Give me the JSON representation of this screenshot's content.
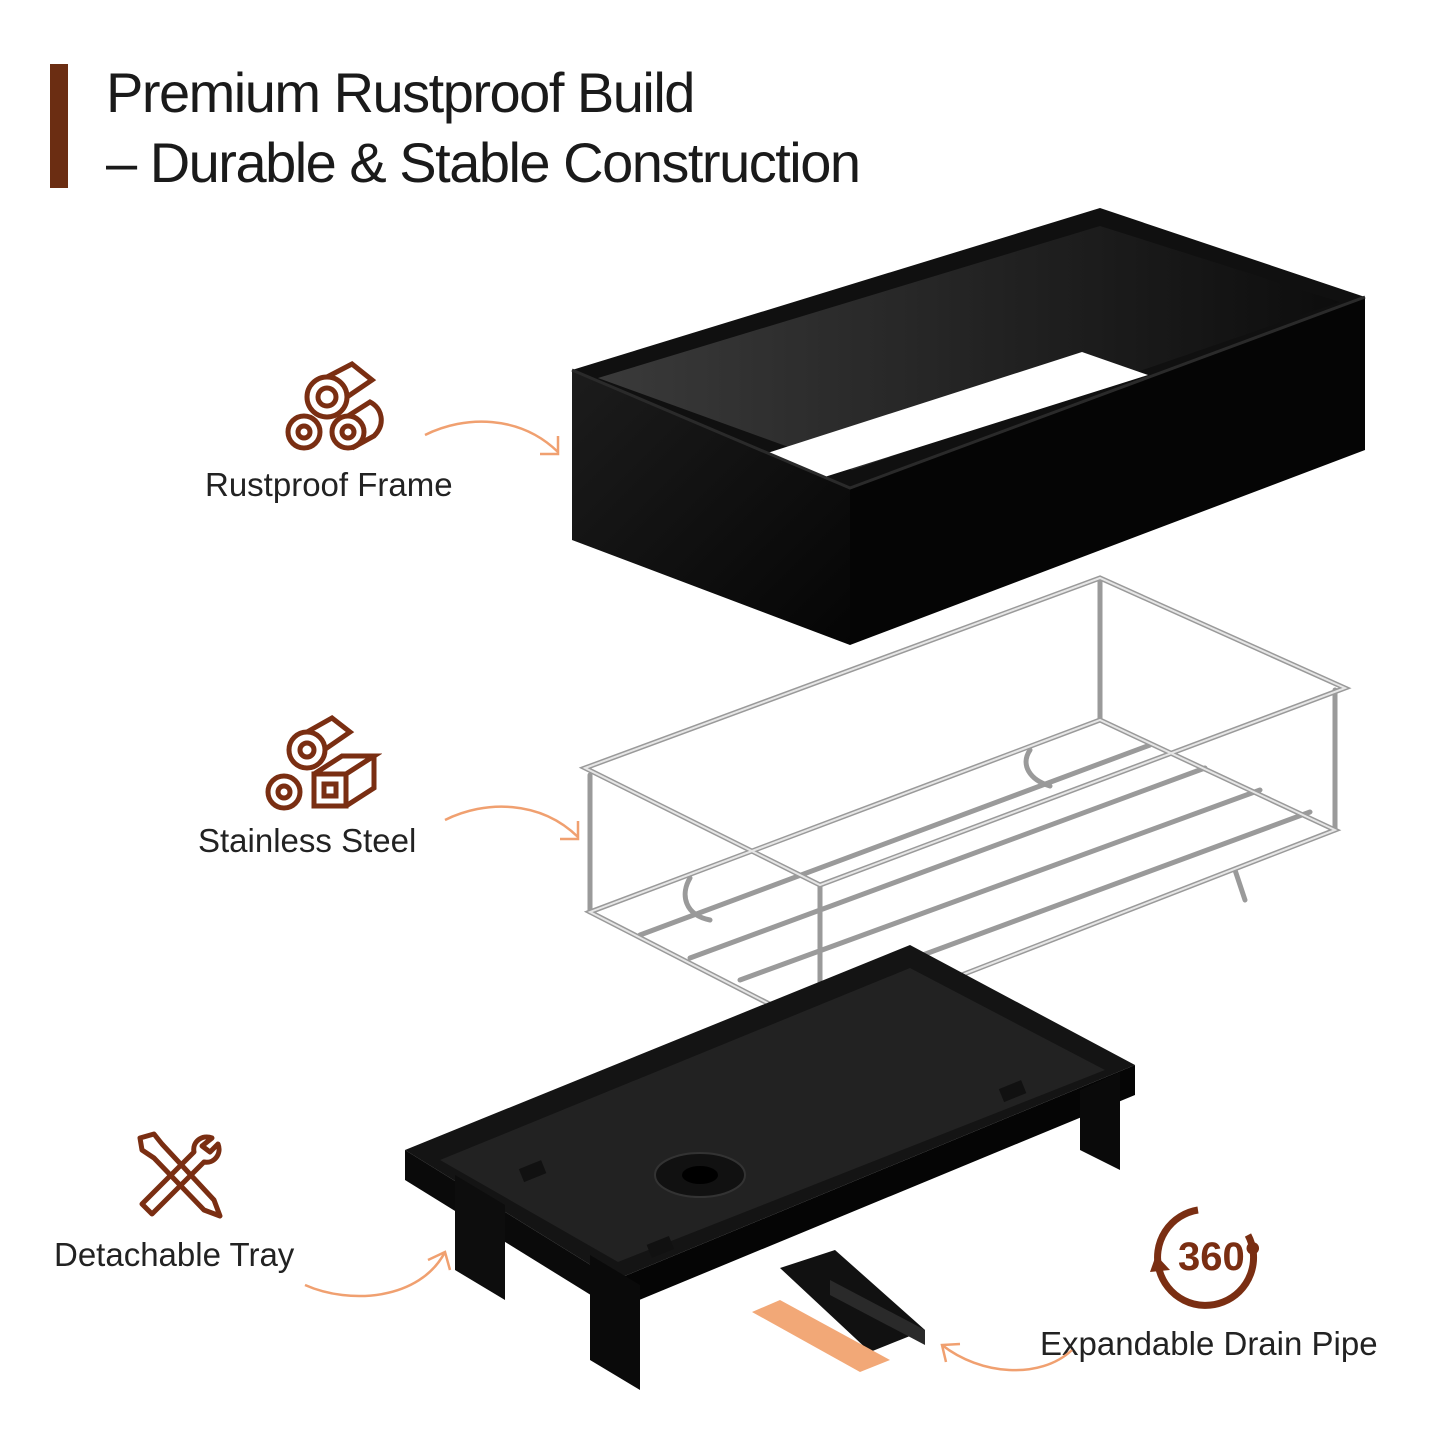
{
  "header": {
    "title_line1": "Premium Rustproof Build",
    "title_line2": "– Durable & Stable Construction",
    "accent_color": "#6b2d12"
  },
  "features": [
    {
      "label": "Rustproof Frame",
      "icon": "logs-icon"
    },
    {
      "label": "Stainless Steel",
      "icon": "logs-block-icon"
    },
    {
      "label": "Detachable Tray",
      "icon": "tools-icon"
    },
    {
      "label": "Expandable Drain Pipe",
      "icon": "rotate-360-icon"
    }
  ],
  "rotation_badge": "360°",
  "drain_tag": "Expandable",
  "colors": {
    "icon": "#7a2e12",
    "arrow": "#f0a070",
    "frame": "#0a0a0a",
    "steel": "#bfbfbf"
  }
}
